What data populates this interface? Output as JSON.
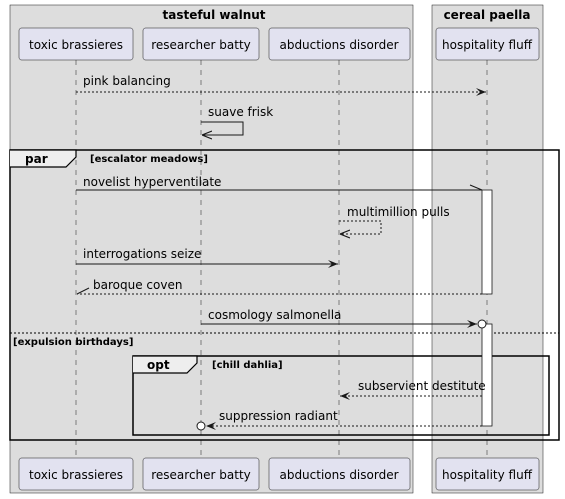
{
  "boxes": [
    {
      "title": "tasteful walnut"
    },
    {
      "title": "cereal paella"
    }
  ],
  "participants": [
    {
      "name": "toxic brassieres"
    },
    {
      "name": "researcher batty"
    },
    {
      "name": "abductions disorder"
    },
    {
      "name": "hospitality fluff"
    }
  ],
  "messages": [
    {
      "label": "pink balancing",
      "from": "toxic brassieres",
      "to": "hospitality fluff",
      "style": "dashed"
    },
    {
      "label": "suave frisk",
      "from": "researcher batty",
      "to": "researcher batty",
      "style": "solid"
    },
    {
      "label": "novelist hyperventilate",
      "from": "toxic brassieres",
      "to": "hospitality fluff",
      "style": "solid"
    },
    {
      "label": "multimillion pulls",
      "from": "abductions disorder",
      "to": "abductions disorder",
      "style": "dashed"
    },
    {
      "label": "interrogations seize",
      "from": "toxic brassieres",
      "to": "abductions disorder",
      "style": "solid"
    },
    {
      "label": "baroque coven",
      "from": "hospitality fluff",
      "to": "toxic brassieres",
      "style": "dashed"
    },
    {
      "label": "cosmology salmonella",
      "from": "researcher batty",
      "to": "hospitality fluff",
      "style": "solid"
    },
    {
      "label": "subservient destitute",
      "from": "hospitality fluff",
      "to": "abductions disorder",
      "style": "dashed"
    },
    {
      "label": "suppression radiant",
      "from": "hospitality fluff",
      "to": "researcher batty",
      "style": "dashed"
    }
  ],
  "fragments": {
    "par": {
      "keyword": "par",
      "guard": "[escalator meadows]",
      "else_guard": "[expulsion birthdays]"
    },
    "opt": {
      "keyword": "opt",
      "guard": "[chill dahlia]"
    }
  },
  "colors": {
    "box_fill": "#dddddd",
    "participant_fill": "#e2e2f0",
    "participant_stroke": "#181818",
    "line": "#181818",
    "activation_fill": "#ffffff"
  }
}
